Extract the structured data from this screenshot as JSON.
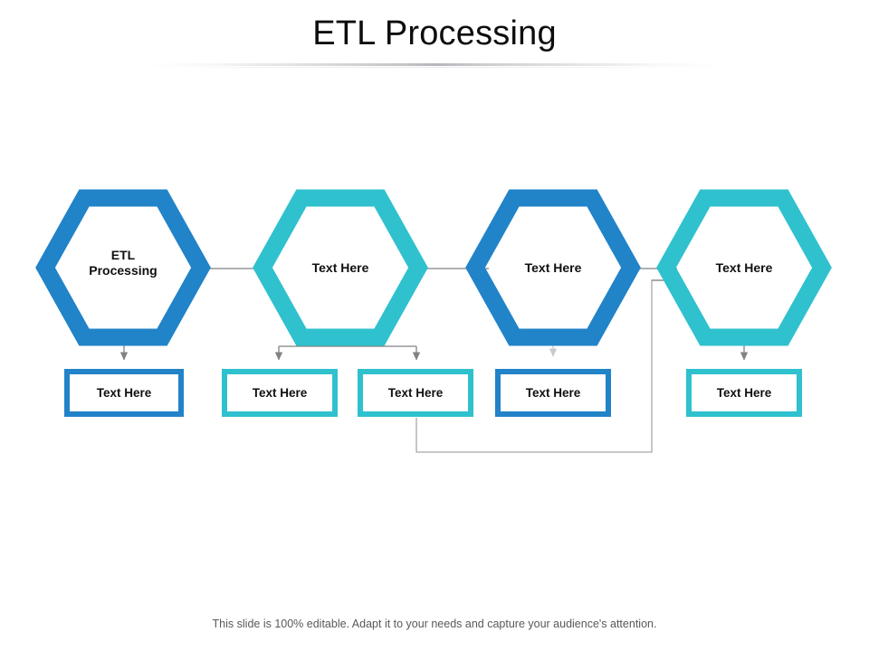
{
  "slide": {
    "title": "ETL Processing",
    "footer": "This slide is 100% editable. Adapt it to your needs and capture your audience's attention.",
    "background": "#ffffff"
  },
  "colors": {
    "blue": "#2183C8",
    "teal": "#2FC1CE",
    "connector": "#808285",
    "connector_faded": "#c9cacc",
    "text": "#101010",
    "footer_text": "#58595b"
  },
  "hexagons": [
    {
      "id": "hex-1",
      "label_line1": "ETL",
      "label_line2": "Processing",
      "color": "blue"
    },
    {
      "id": "hex-2",
      "label_line1": "Text Here",
      "label_line2": "",
      "color": "teal"
    },
    {
      "id": "hex-3",
      "label_line1": "Text Here",
      "label_line2": "",
      "color": "blue"
    },
    {
      "id": "hex-4",
      "label_line1": "Text Here",
      "label_line2": "",
      "color": "teal"
    }
  ],
  "boxes": [
    {
      "id": "box-1",
      "label": "Text Here",
      "color": "blue"
    },
    {
      "id": "box-2",
      "label": "Text Here",
      "color": "teal"
    },
    {
      "id": "box-3",
      "label": "Text Here",
      "color": "teal"
    },
    {
      "id": "box-4",
      "label": "Text Here",
      "color": "blue"
    },
    {
      "id": "box-5",
      "label": "Text Here",
      "color": "teal"
    }
  ]
}
